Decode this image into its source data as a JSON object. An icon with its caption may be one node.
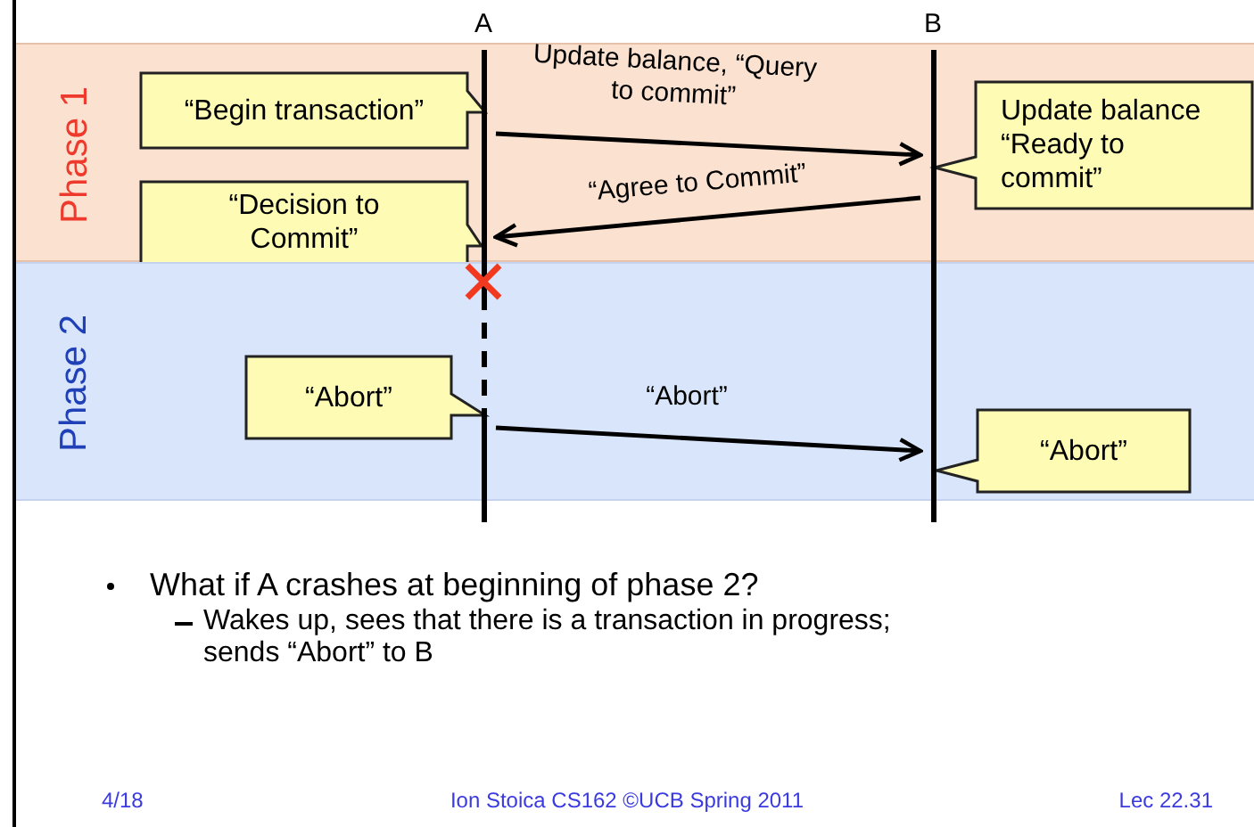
{
  "diagram": {
    "nodes": [
      {
        "text": [
          "A"
        ]
      },
      {
        "text": [
          "B"
        ]
      },
      {
        "text": [
          "Phase 1"
        ]
      },
      {
        "text": [
          "“Begin transaction”"
        ],
        "in": 2
      },
      {
        "text": [
          "Update balance “Ready to commit”"
        ],
        "in": 2
      },
      {
        "text": [
          "“Decision to Commit”"
        ],
        "in": 2
      },
      {
        "text": [
          "Phase 2"
        ]
      },
      {
        "text": [
          "“Abort”"
        ],
        "in": 6
      },
      {
        "text": [
          "“Abort”"
        ],
        "in": 6
      }
    ],
    "edges": [
      {
        "from": 0,
        "to": 1,
        "arrow": "to",
        "label": "Update balance, “Query to commit”"
      },
      {
        "from": 1,
        "to": 0,
        "arrow": "to",
        "label": "“Agree to Commit”"
      },
      {
        "from": 0,
        "to": 1,
        "arrow": "to",
        "label": "“Abort”"
      }
    ],
    "labels": [
      "What if A crashes at beginning of phase 2?",
      "Wakes up, sees that there is a transaction in progress; sends “Abort” to B",
      "4/18",
      "Ion Stoica CS162 ©UCB Spring 2011",
      "Lec 22.31"
    ]
  }
}
